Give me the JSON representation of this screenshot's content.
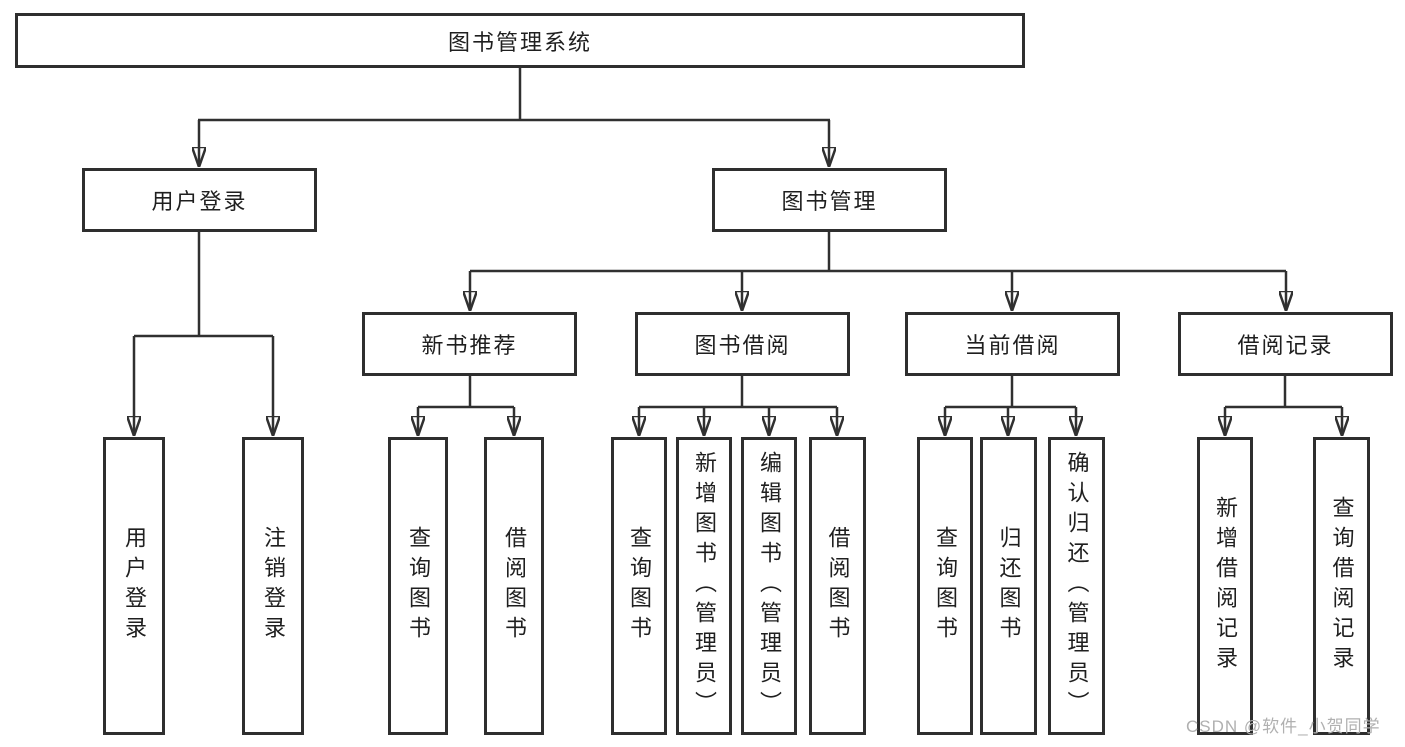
{
  "colors": {
    "line": "#303030",
    "box_border": "#2e2e2e",
    "text": "#1f1f1f",
    "background": "#ffffff",
    "watermark": "#b0b0b0"
  },
  "watermark": "CSDN @软件_小贺同学",
  "tree": {
    "label": "图书管理系统",
    "children": [
      {
        "label": "用户登录",
        "children": [
          {
            "label": "用户登录"
          },
          {
            "label": "注销登录"
          }
        ]
      },
      {
        "label": "图书管理",
        "children": [
          {
            "label": "新书推荐",
            "children": [
              {
                "label": "查询图书"
              },
              {
                "label": "借阅图书"
              }
            ]
          },
          {
            "label": "图书借阅",
            "children": [
              {
                "label": "查询图书"
              },
              {
                "label": "新增图书（管理员）"
              },
              {
                "label": "编辑图书（管理员）"
              },
              {
                "label": "借阅图书"
              }
            ]
          },
          {
            "label": "当前借阅",
            "children": [
              {
                "label": "查询图书"
              },
              {
                "label": "归还图书"
              },
              {
                "label": "确认归还（管理员）"
              }
            ]
          },
          {
            "label": "借阅记录",
            "children": [
              {
                "label": "新增借阅记录"
              },
              {
                "label": "查询借阅记录"
              }
            ]
          }
        ]
      }
    ]
  }
}
